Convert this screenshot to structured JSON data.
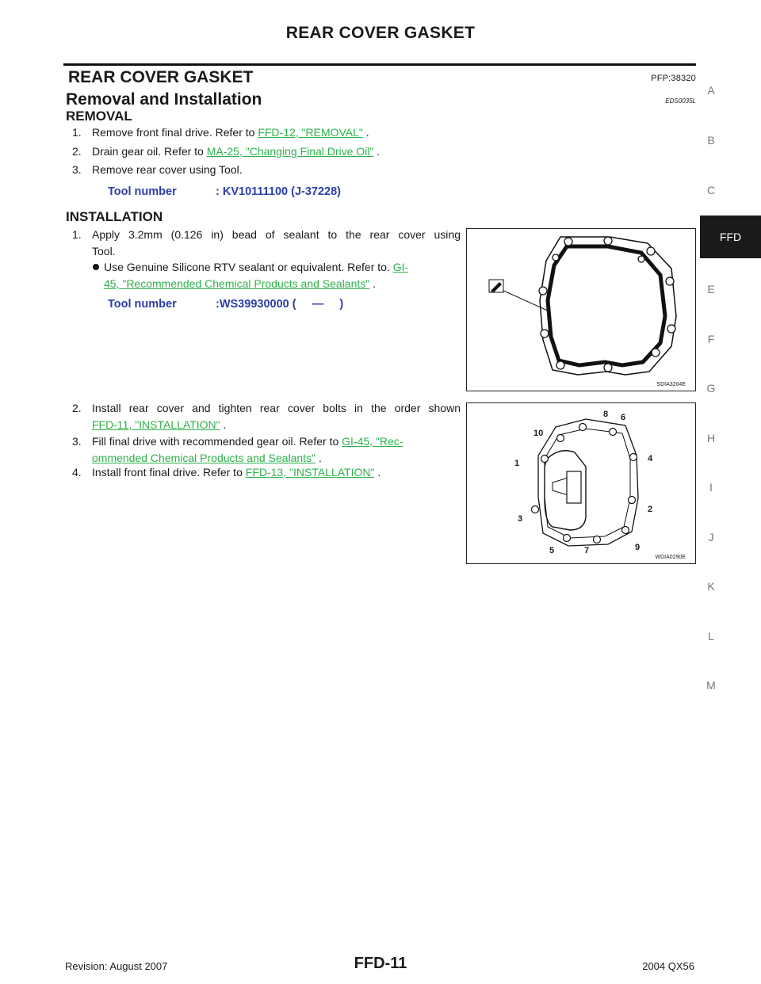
{
  "header": {
    "title": "REAR COVER GASKET"
  },
  "section": {
    "title": "REAR COVER GASKET",
    "pfp": "PFP:38320"
  },
  "subsection": {
    "title": "Removal and Installation",
    "code": "EDS0035L"
  },
  "removal": {
    "heading": "REMOVAL",
    "steps": [
      {
        "num": "1.",
        "text": "Remove front final drive. Refer to ",
        "link": "FFD-12, \"REMOVAL\"",
        "end": " ."
      },
      {
        "num": "2.",
        "text": "Drain gear oil. Refer to ",
        "link": "MA-25, \"Changing Final Drive Oil\"",
        "end": " ."
      },
      {
        "num": "3.",
        "text": "Remove rear cover using Tool."
      }
    ],
    "tool": {
      "label": "Tool number",
      "value": ": KV10111100 (J-37228)"
    }
  },
  "installation": {
    "heading": "INSTALLATION",
    "step1": {
      "num": "1.",
      "line1": "Apply 3.2mm (0.126 in) bead of sealant to the rear cover using",
      "line2": "Tool."
    },
    "bullet": {
      "text": "Use Genuine Silicone RTV sealant or equivalent. Refer to. ",
      "link1": "GI-",
      "link2": "45, \"Recommended Chemical Products and Sealants\"",
      "end": " ."
    },
    "tool": {
      "label": "Tool number",
      "value": ":WS39930000 (     —     )"
    },
    "step2": {
      "num": "2.",
      "line1": "Install rear cover and tighten rear cover bolts in the order shown",
      "link": "FFD-11, \"INSTALLATION\"",
      "end": " ."
    },
    "step3": {
      "num": "3.",
      "text": "Fill final drive with recommended gear oil. Refer to ",
      "link1": "GI-45, \"Rec-",
      "link2": "ommended Chemical Products and Sealants\"",
      "end": " ."
    },
    "step4": {
      "num": "4.",
      "text": "Install front final drive. Refer to ",
      "link": "FFD-13, \"INSTALLATION\"",
      "end": " ."
    }
  },
  "figures": {
    "fig1": {
      "id": "SDIA3204E"
    },
    "fig2": {
      "id": "WDIA0290E",
      "labels": [
        "8",
        "6",
        "10",
        "1",
        "4",
        "3",
        "2",
        "5",
        "7",
        "9"
      ]
    }
  },
  "tabs": [
    "A",
    "B",
    "C",
    "FFD",
    "E",
    "F",
    "G",
    "H",
    "I",
    "J",
    "K",
    "L",
    "M"
  ],
  "footer": {
    "revision": "Revision: August 2007",
    "page": "FFD-11",
    "model": "2004 QX56"
  }
}
